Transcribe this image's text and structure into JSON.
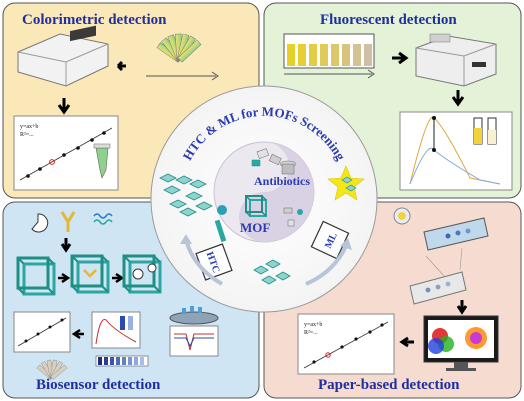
{
  "quadrants": {
    "top_left": {
      "title": "Colorimetric detection",
      "fill": "#fbe8b8"
    },
    "top_right": {
      "title": "Fluorescent detection",
      "fill": "#e4f3d8"
    },
    "bottom_left": {
      "title": "Biosensor detection",
      "fill": "#cfe5f3"
    },
    "bottom_right": {
      "title": "Paper-based detection",
      "fill": "#f6dcd0"
    }
  },
  "center": {
    "title": "HTC & ML for MOFs Screening",
    "antibiotics_label": "Antibiotics",
    "mof_label": "MOF",
    "htc_label": "HTC",
    "ml_label": "ML"
  },
  "calibration_top": {
    "equation": "y=ax+b",
    "r_squared": "R²=..."
  },
  "calibration_bottom": {
    "equation": "y=ax+b",
    "r_squared": "R²=..."
  },
  "colors": {
    "title_blue": "#1f2fa0",
    "mof_teal": "#2aa7a0",
    "star_yellow": "#f5e61a"
  }
}
